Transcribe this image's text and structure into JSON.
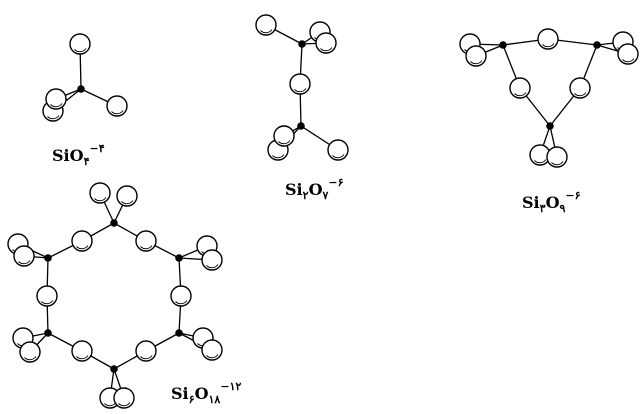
{
  "labels": {
    "sio4": {
      "el1": "Si",
      "el2": "O",
      "sub2": "۴",
      "sup": "−۴"
    },
    "si2o7": {
      "el1": "Si",
      "sub1": "۲",
      "el2": "O",
      "sub2": "۷",
      "sup": "−۶"
    },
    "si3o9": {
      "el1": "Si",
      "sub1": "۳",
      "el2": "O",
      "sub2": "۹",
      "sup": "−۶"
    },
    "si6o18": {
      "el1": "Si",
      "sub1": "۶",
      "el2": "O",
      "sub2": "۱۸",
      "sup": "−۱۲"
    }
  },
  "colors": {
    "ink": "#000000",
    "background": "#ffffff"
  }
}
